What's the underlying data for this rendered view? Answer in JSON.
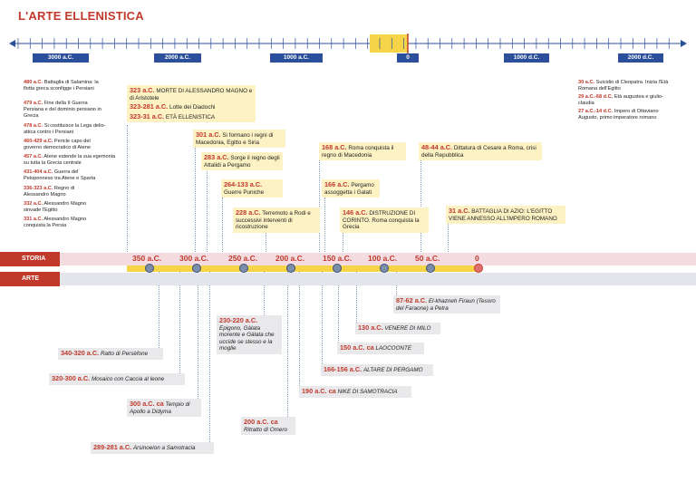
{
  "title": "L'ARTE ELLENISTICA",
  "ruler": {
    "labels": [
      "3000 a.C.",
      "2000 a.C.",
      "1000 a.C.",
      "0",
      "1000 d.C.",
      "2000 d.C."
    ]
  },
  "rows": {
    "storia": "STORIA",
    "arte": "ARTE"
  },
  "ticks": [
    "350 a.C.",
    "300 a.C.",
    "250 a.C.",
    "200 a.C.",
    "150 a.C.",
    "100 a.C.",
    "50 a.C.",
    "0"
  ],
  "left_events": [
    {
      "d": "480 a.C.",
      "t": "Battaglia di Salamina: la flotta greca sconfigge i Persiani"
    },
    {
      "d": "479 a.C.",
      "t": "Fine della II Guerra Persiana e del dominio persiano in Grecia"
    },
    {
      "d": "478 a.C.",
      "t": "Si costituisce la Lega delio-attica contro i Persiani"
    },
    {
      "d": "460-429 a.C.",
      "t": "Pericle capo del governo democratico di Atene"
    },
    {
      "d": "457 a.C.",
      "t": "Atene estende la sua egemonia su tutta la Grecia centrale"
    },
    {
      "d": "431-404 a.C.",
      "t": "Guerra del Peloponneso tra Atene e Sparta"
    },
    {
      "d": "336-323 a.C.",
      "t": "Regno di Alessandro Magno"
    },
    {
      "d": "332 a.C.",
      "t": "Alessandro Magno sinvade l'Egitto"
    },
    {
      "d": "331 a.C.",
      "t": "Alessandro Magno conquista la Persia"
    }
  ],
  "right_events": [
    {
      "d": "30 a.C.",
      "t": "Suicidio di Cleopatra. Inizia l'Età Romana dell'Egitto"
    },
    {
      "d": "29 a.C.-68 d.C.",
      "t": "Età augustea e giulio-claudia"
    },
    {
      "d": "27 a.C.-14 d.C.",
      "t": "Impero di Ottaviano Augusto, primo imperatore romano"
    }
  ],
  "history": [
    {
      "d": "323 a.C.",
      "t": "MORTE DI ALESSANDRO MAGNO e di Aristotele"
    },
    {
      "d": "323-281 a.C.",
      "t": "Lotte dei Diadochi"
    },
    {
      "d": "323-31 a.C.",
      "t": "ETÀ ELLENISTICA"
    },
    {
      "d": "301 a.C.",
      "t": "Si formano i regni di Macedonia, Egitto e Siria"
    },
    {
      "d": "283 a.C.",
      "t": "Sorge il regno degli Attalidi a Pergamo"
    },
    {
      "d": "264-133 a.C.",
      "t": "Guerre Puniche"
    },
    {
      "d": "228 a.C.",
      "t": "Terremoto a Rodi e successivi interventi di ricostruzione"
    },
    {
      "d": "168 a.C.",
      "t": "Roma conquista il regno di Macedonia"
    },
    {
      "d": "166 a.C.",
      "t": "Pergamo assoggetta i Galati"
    },
    {
      "d": "146 a.C.",
      "t": "DISTRUZIONE DI CORINTO. Roma conquista la Grecia"
    },
    {
      "d": "48-44 a.C.",
      "t": "Dittatura di Cesare a Roma, crisi della Repubblica"
    },
    {
      "d": "31 a.C.",
      "t": "BATTAGLIA DI AZIO: L'EGITTO VIENE ANNESSO ALL'IMPERO ROMANO"
    }
  ],
  "art": [
    {
      "d": "87-62 a.C.",
      "t": "El-khazneh Firaun (Tesoro del Faraone) a Petra"
    },
    {
      "d": "130 a.C.",
      "t": "VENERE DI MILO"
    },
    {
      "d": "230-220 a.C.",
      "t": "Epigono, Gàlata morente e Gàlata che uccide se stesso e la moglie"
    },
    {
      "d": "150 a.C. ca",
      "t": "LAOCOONTE"
    },
    {
      "d": "340-320 a.C.",
      "t": "Ratto di Persèfone"
    },
    {
      "d": "166-156 a.C.",
      "t": "ALTARE DI PERGAMO"
    },
    {
      "d": "320-300 a.C.",
      "t": "Mosaico con Caccia al leone"
    },
    {
      "d": "190 a.C. ca",
      "t": "NIKE DI SAMOTRACIA"
    },
    {
      "d": "300 a.C. ca",
      "t": "Tempio di Apollo a Didyma"
    },
    {
      "d": "200 a.C. ca",
      "t": "Ritratto di Omero"
    },
    {
      "d": "289-281 a.C.",
      "t": "Arsinoeion a Samotracia"
    }
  ]
}
